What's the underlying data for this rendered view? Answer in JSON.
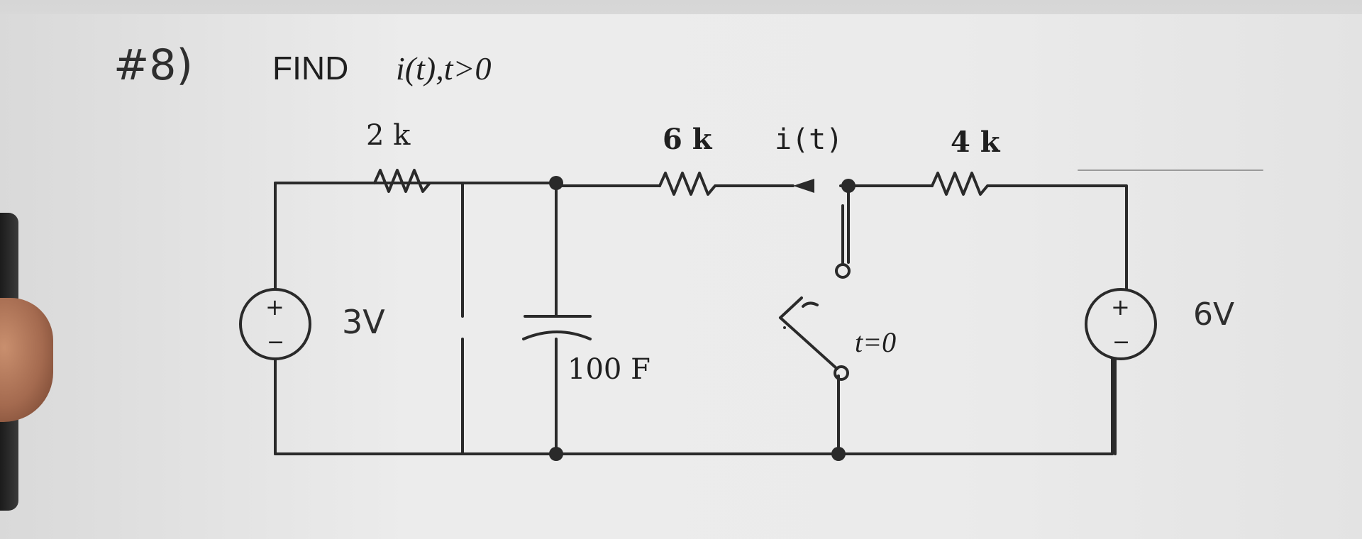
{
  "problem": {
    "number": "#8)",
    "find_word": "FIND",
    "expression": "i(t),t>0"
  },
  "components": {
    "r1": "2 k",
    "r2": "6 k",
    "r3": "4 k",
    "current": "i(t)",
    "capacitor": "100  F",
    "switch": "t=0",
    "source1": "3V",
    "source2": "6V",
    "plus": "+",
    "minus": "−"
  }
}
